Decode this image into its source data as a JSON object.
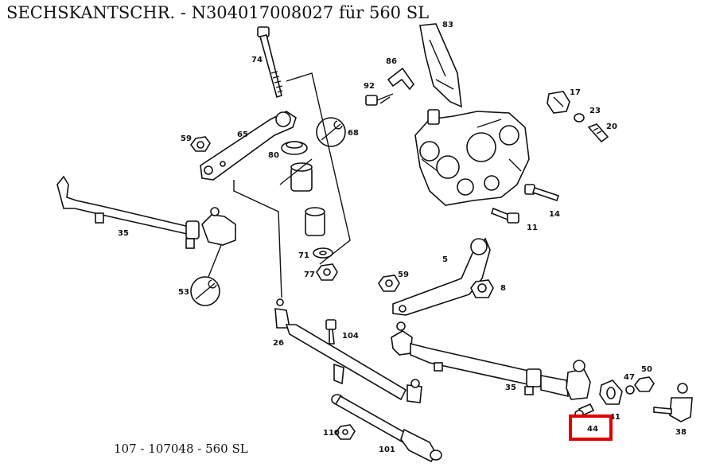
{
  "header": {
    "title": "SECHSKANTSCHR.  - N304017008027 für 560 SL"
  },
  "footer": {
    "code": "107 - 107048 - 560 SL"
  },
  "highlight": {
    "part": "44",
    "color": "#e00000"
  },
  "parts": [
    "83",
    "86",
    "92",
    "74",
    "17",
    "23",
    "20",
    "65",
    "68",
    "59",
    "80",
    "14",
    "11",
    "35",
    "71",
    "77",
    "5",
    "59",
    "8",
    "53",
    "104",
    "26",
    "35",
    "47",
    "50",
    "41",
    "44",
    "38",
    "110",
    "101"
  ]
}
